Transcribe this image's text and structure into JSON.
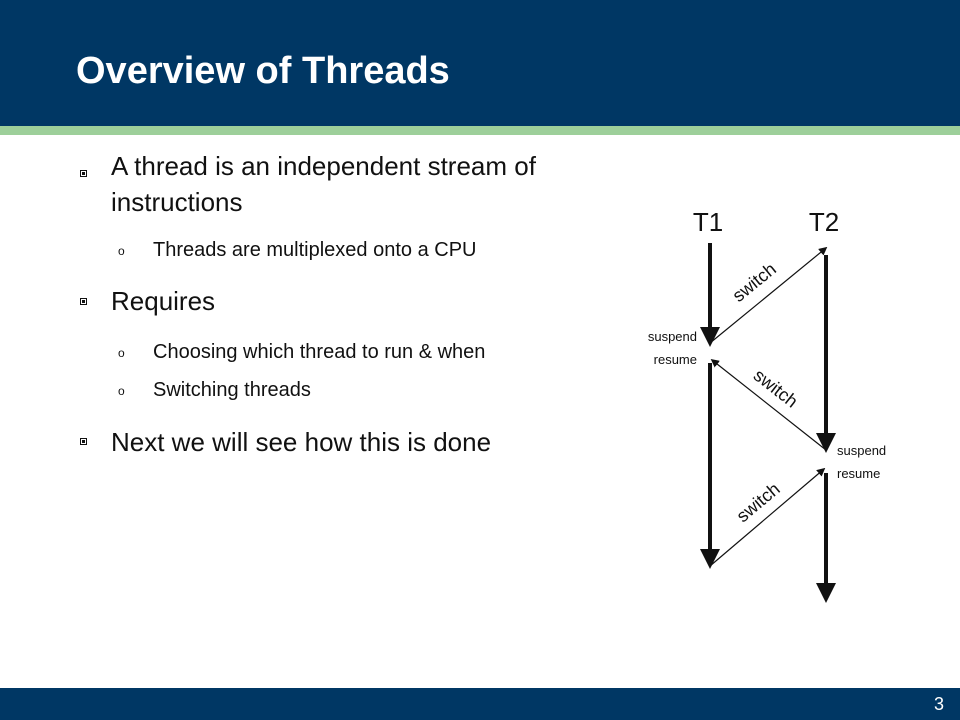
{
  "slide": {
    "title": "Overview of Threads",
    "page_number": "3"
  },
  "bullets": [
    {
      "text": "A thread is an independent  stream of instructions",
      "sub": [
        "Threads are multiplexed onto a CPU"
      ]
    },
    {
      "text": "Requires",
      "sub": [
        "Choosing which thread to run & when",
        "Switching threads"
      ]
    },
    {
      "text": "Next we will see how this is done",
      "sub": []
    }
  ],
  "subbullet_glyph": "o",
  "diagram": {
    "threads": [
      "T1",
      "T2"
    ],
    "switch_label": "switch",
    "suspend_label": "suspend",
    "resume_label": "resume"
  },
  "colors": {
    "header": "#003764",
    "accent_stripe": "#9dcf9a",
    "text": "#111111"
  }
}
